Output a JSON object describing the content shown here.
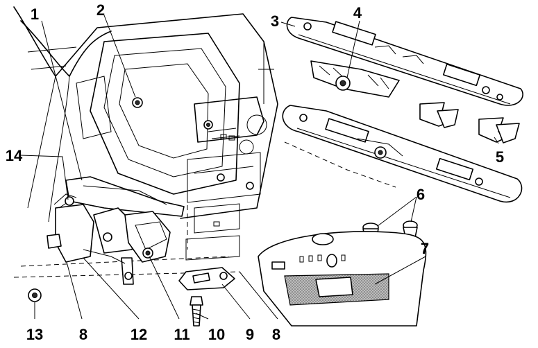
{
  "callouts": [
    {
      "id": "c1",
      "text": "1"
    },
    {
      "id": "c2",
      "text": "2"
    },
    {
      "id": "c3",
      "text": "3"
    },
    {
      "id": "c4",
      "text": "4"
    },
    {
      "id": "c5",
      "text": "5"
    },
    {
      "id": "c6",
      "text": "6"
    },
    {
      "id": "c7",
      "text": "7"
    },
    {
      "id": "c8a",
      "text": "8"
    },
    {
      "id": "c8b",
      "text": "8"
    },
    {
      "id": "c9",
      "text": "9"
    },
    {
      "id": "c10",
      "text": "10"
    },
    {
      "id": "c11",
      "text": "11"
    },
    {
      "id": "c12",
      "text": "12"
    },
    {
      "id": "c13",
      "text": "13"
    },
    {
      "id": "c14",
      "text": "14"
    }
  ]
}
